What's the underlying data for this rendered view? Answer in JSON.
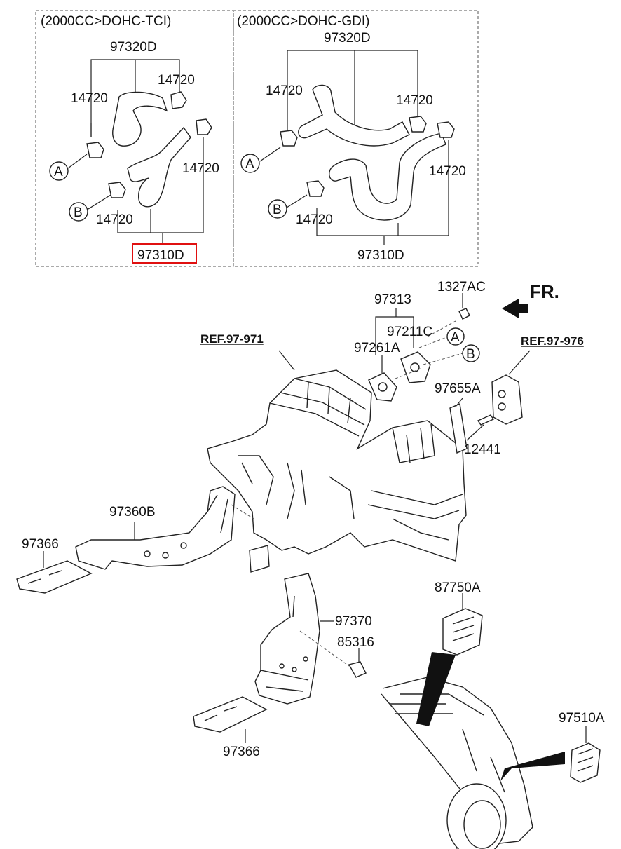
{
  "panels": {
    "left_title": "(2000CC>DOHC-TCI)",
    "right_title": "(2000CC>DOHC-GDI)"
  },
  "direction": "FR.",
  "refs": [
    "REF.97-971",
    "REF.97-976"
  ],
  "markers": [
    "A",
    "B"
  ],
  "highlighted_part": "97310D",
  "parts": {
    "p97320D": "97320D",
    "p14720": "14720",
    "p97310D": "97310D",
    "p97313": "97313",
    "p1327AC": "1327AC",
    "p97211C": "97211C",
    "p97261A": "97261A",
    "p97655A": "97655A",
    "p12441": "12441",
    "p97360B": "97360B",
    "p97366": "97366",
    "p97370": "97370",
    "p85316": "85316",
    "p87750A": "87750A",
    "p97510A": "97510A"
  },
  "colors": {
    "highlight": "#e01010",
    "line": "#222222"
  }
}
